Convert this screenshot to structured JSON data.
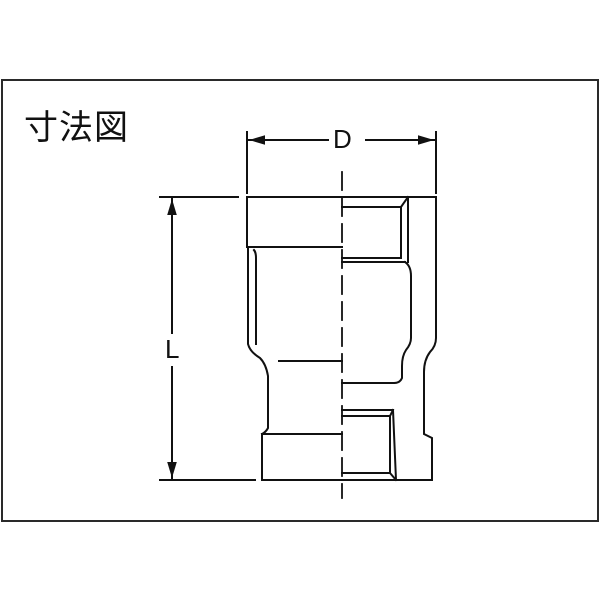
{
  "drawing": {
    "title": "寸法図",
    "dimensions": {
      "diameter_label": "D",
      "length_label": "L"
    },
    "part": "reducing socket (pipe fitting) cross-section",
    "colors": {
      "line": "#111111",
      "frame": "#2a2a2a",
      "background": "#ffffff"
    }
  }
}
